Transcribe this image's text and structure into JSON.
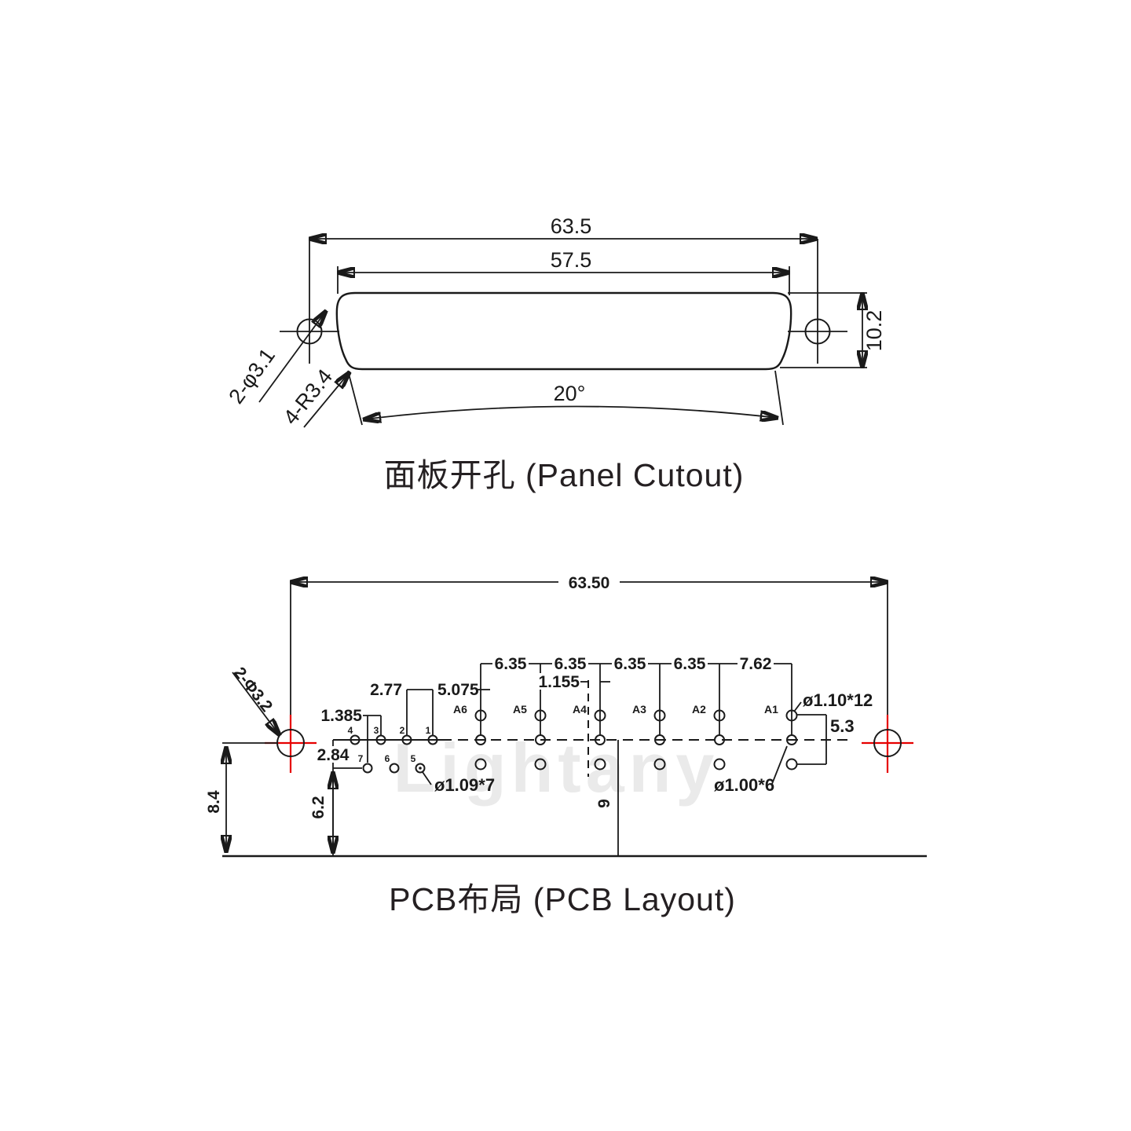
{
  "watermark_text": "Lightany",
  "panel_cutout": {
    "title": "面板开孔 (Panel Cutout)",
    "dim_width_outer": "63.5",
    "dim_width_inner": "57.5",
    "dim_height": "10.2",
    "dim_angle": "20°",
    "label_holes": "2-φ3.1",
    "label_corner_radius": "4-R3.4"
  },
  "pcb_layout": {
    "title": "PCB布局 (PCB Layout)",
    "dim_width": "63.50",
    "label_holes": "2-Φ3.2",
    "dim_edge_to_hole_center": "8.4",
    "dim_edge_to_lower_row": "6.2",
    "dim_row_spacing": "2.84",
    "dim_pin_pitch": "2.77",
    "dim_half_pitch": "1.385",
    "dim_pin1_to_a6": "5.075",
    "dim_centerline_offset": "1.155",
    "dim_a_pitch": [
      "6.35",
      "6.35",
      "6.35",
      "6.35"
    ],
    "dim_a2_a1_pitch": "7.62",
    "dim_a_column_span": "5.3",
    "dim_edge_to_centerline": "9",
    "label_signal_holes": "ø1.09*7",
    "label_coax_center_holes": "ø1.10*12",
    "label_coax_ground_holes": "ø1.00*6",
    "pin_numbers": [
      "1",
      "2",
      "3",
      "4",
      "5",
      "6",
      "7"
    ],
    "a_labels": [
      "A6",
      "A5",
      "A4",
      "A3",
      "A2",
      "A1"
    ]
  }
}
